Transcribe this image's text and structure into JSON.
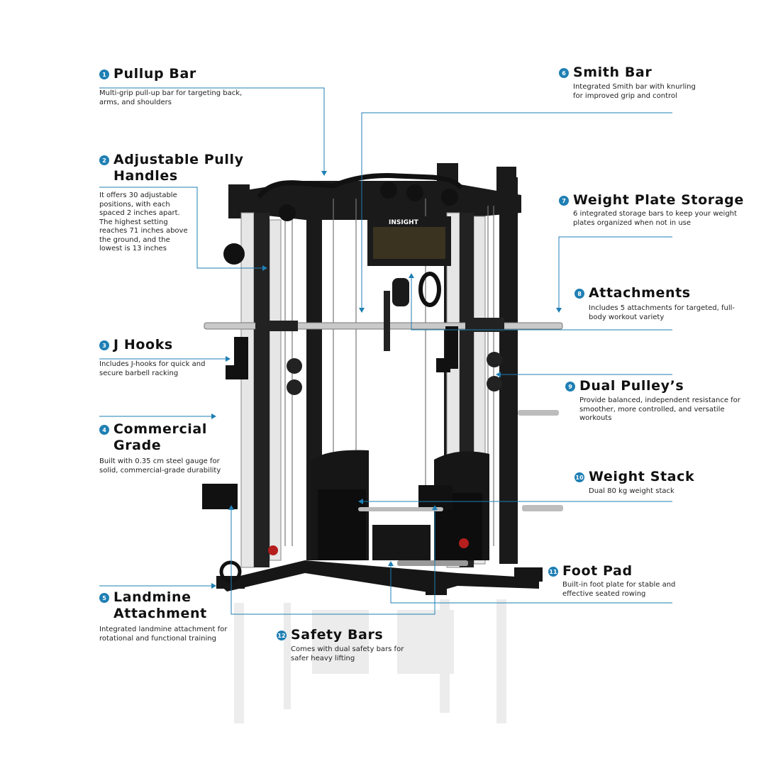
{
  "brand_logo": "INSIGHT",
  "accent_color": "#1f7fb4",
  "features": [
    {
      "num": "1",
      "title": "Pullup Bar",
      "desc": "Multi-grip pull-up bar for targeting back, arms, and shoulders"
    },
    {
      "num": "2",
      "title": "Adjustable Pully Handles",
      "desc": "It offers 30 adjustable positions, with each spaced 2 inches apart. The highest setting reaches 71 inches above the ground, and the lowest is 13 inches"
    },
    {
      "num": "3",
      "title": "J Hooks",
      "desc": "Includes J-hooks for quick and secure barbell racking"
    },
    {
      "num": "4",
      "title": "Commercial Grade",
      "desc": "Built with 0.35 cm steel gauge for solid, commercial-grade durability"
    },
    {
      "num": "5",
      "title": "Landmine Attachment",
      "desc": "Integrated landmine attachment for rotational and functional training"
    },
    {
      "num": "6",
      "title": "Smith Bar",
      "desc": "Integrated Smith bar with knurling for improved grip and control"
    },
    {
      "num": "7",
      "title": "Weight Plate Storage",
      "desc": "6 integrated storage bars to keep your weight plates organized when not in use"
    },
    {
      "num": "8",
      "title": "Attachments",
      "desc": "Includes 5 attachments for targeted, full-body workout variety"
    },
    {
      "num": "9",
      "title": "Dual Pulley’s",
      "desc": "Provide balanced, independent resistance for smoother, more controlled, and versatile workouts"
    },
    {
      "num": "10",
      "title": "Weight Stack",
      "desc": "Dual 80 kg weight stack"
    },
    {
      "num": "11",
      "title": "Foot Pad",
      "desc": "Built-in foot plate for stable and effective seated rowing"
    },
    {
      "num": "12",
      "title": "Safety Bars",
      "desc": "Comes with dual safety bars for safer heavy lifting"
    }
  ]
}
